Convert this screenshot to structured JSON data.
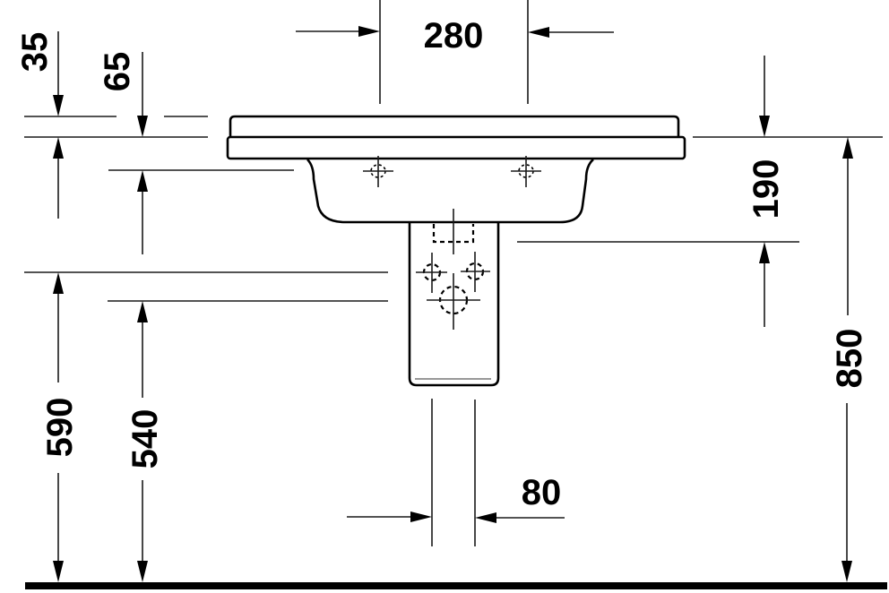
{
  "drawing": {
    "title": "Washbasin with semi-pedestal – front elevation dimensions",
    "units": "mm",
    "colors": {
      "line": "#000000",
      "background": "#ffffff"
    }
  },
  "dimensions": {
    "tap_hole_spacing": {
      "label": "280",
      "orientation": "horizontal"
    },
    "rim_top_offset": {
      "label": "35",
      "orientation": "vertical"
    },
    "rim_thickness": {
      "label": "65",
      "orientation": "vertical"
    },
    "basin_depth_to_pedestal": {
      "label": "190",
      "orientation": "vertical"
    },
    "overall_height": {
      "label": "850",
      "orientation": "vertical"
    },
    "pedestal_top_height": {
      "label": "590",
      "orientation": "vertical"
    },
    "waste_height": {
      "label": "540",
      "orientation": "vertical"
    },
    "supply_pipe_width": {
      "label": "80",
      "orientation": "horizontal"
    }
  },
  "components": [
    {
      "name": "washbasin-rim"
    },
    {
      "name": "basin-bowl"
    },
    {
      "name": "tap-hole-left"
    },
    {
      "name": "tap-hole-right"
    },
    {
      "name": "semi-pedestal"
    },
    {
      "name": "waste-outlet"
    },
    {
      "name": "supply-connection-left"
    },
    {
      "name": "supply-connection-right"
    },
    {
      "name": "floor-line"
    }
  ]
}
